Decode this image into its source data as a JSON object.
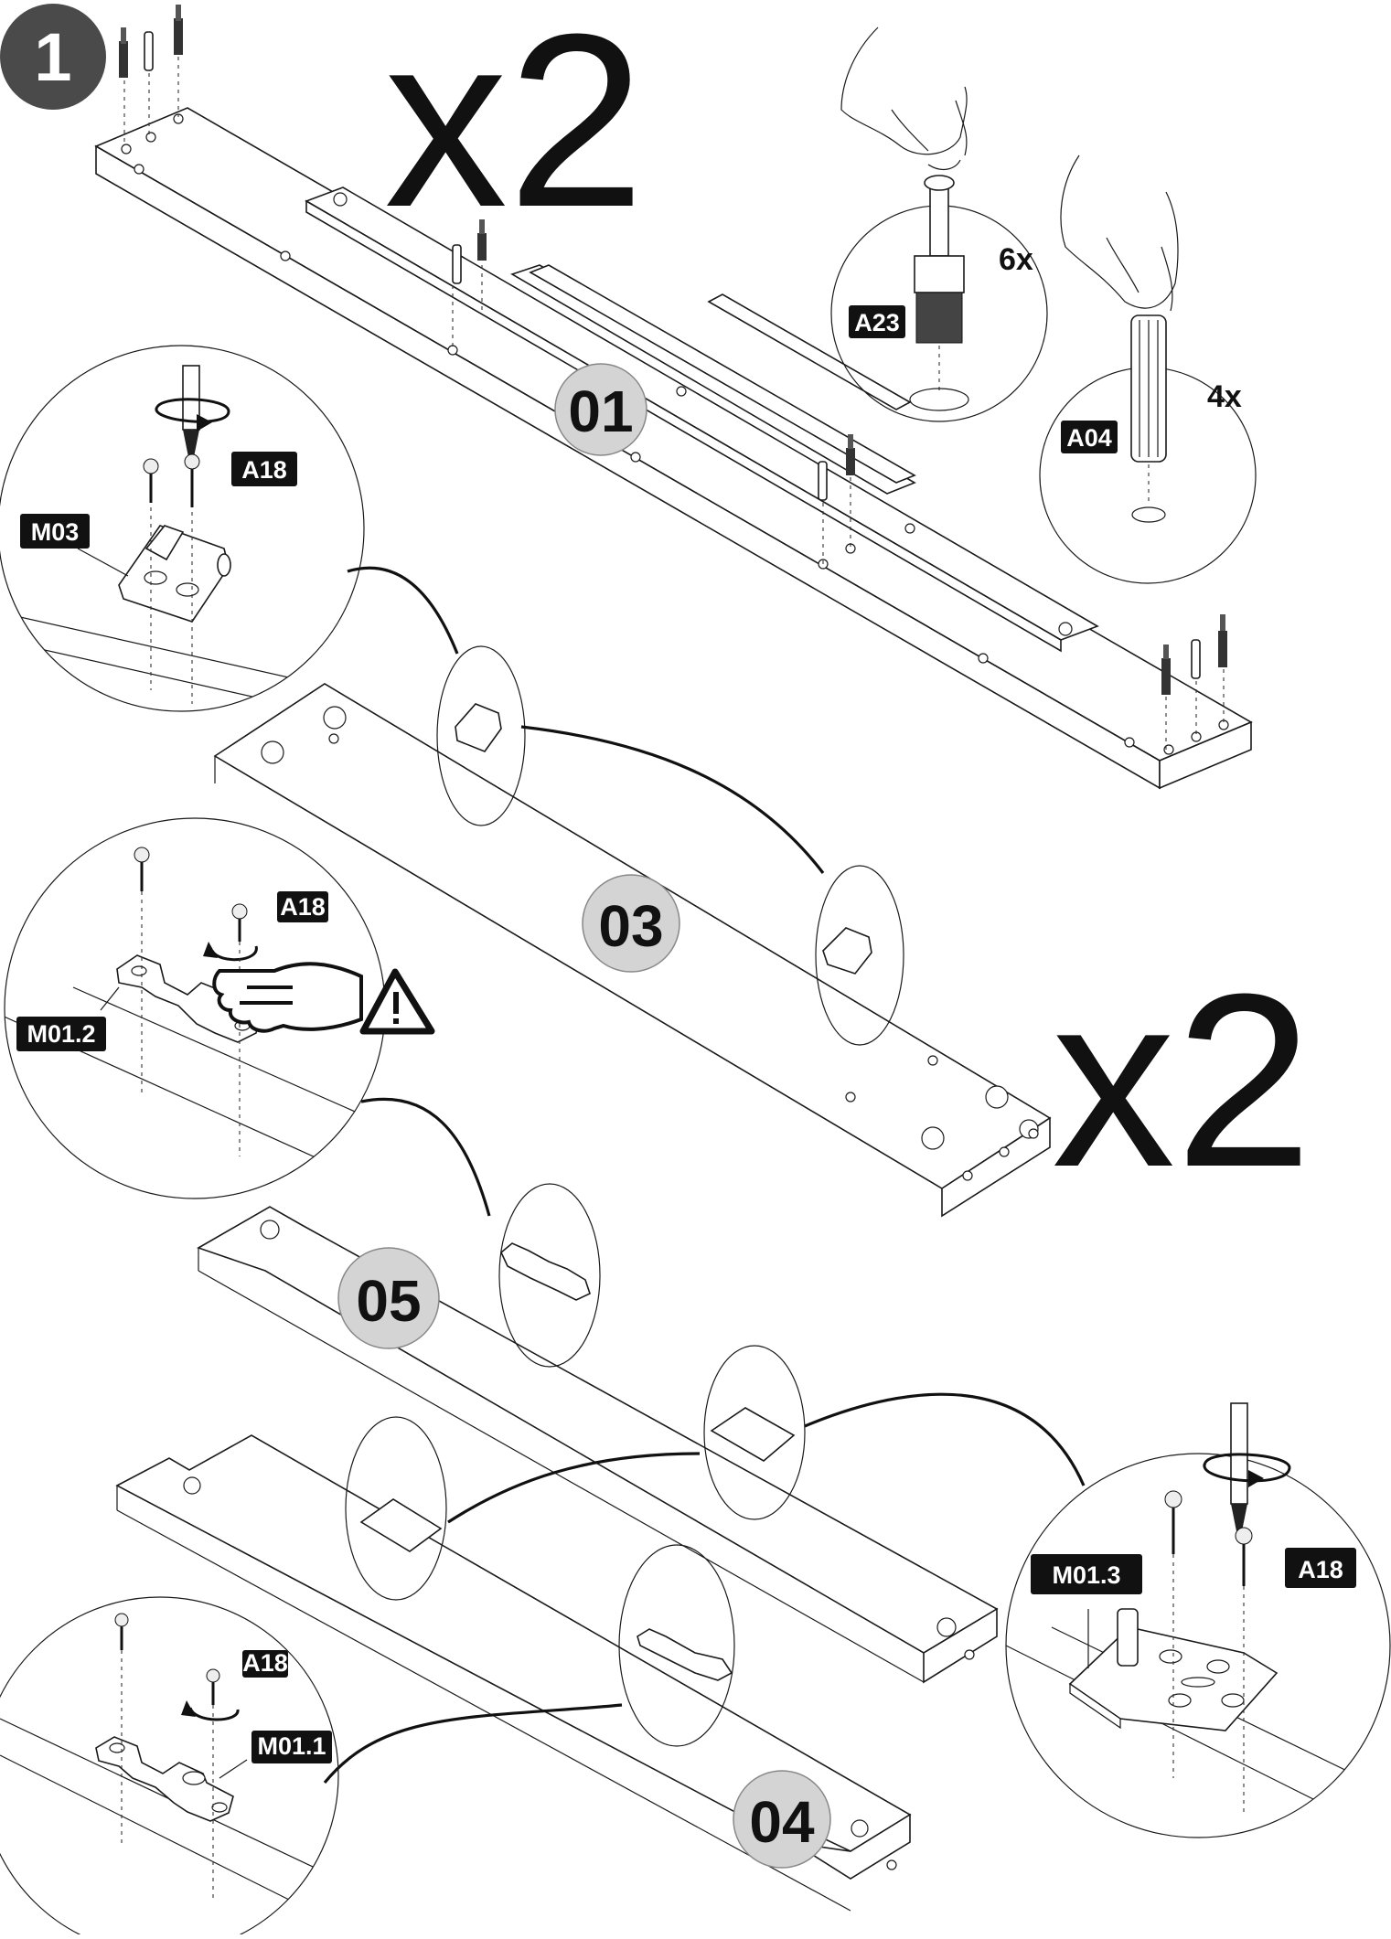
{
  "step": {
    "number": "1"
  },
  "multipliers": {
    "top": "x2",
    "bottom": "x2"
  },
  "parts": {
    "p01": "01",
    "p03": "03",
    "p05": "05",
    "p04": "04"
  },
  "labels": {
    "a23": "A23",
    "a04": "A04",
    "a18_m03": "A18",
    "m03": "M03",
    "a18_m012": "A18",
    "m012": "M01.2",
    "a18_m013": "A18",
    "m013": "M01.3",
    "a18_m011": "A18",
    "m011": "M01.1"
  },
  "quantities": {
    "a23": "6x",
    "a04": "4x"
  },
  "icons": [
    "screwdriver-icon",
    "hand-pointer-icon",
    "warning-triangle-icon",
    "rotation-arrow-icon",
    "screw-icon",
    "cam-bolt-icon",
    "wooden-dowel-icon"
  ]
}
